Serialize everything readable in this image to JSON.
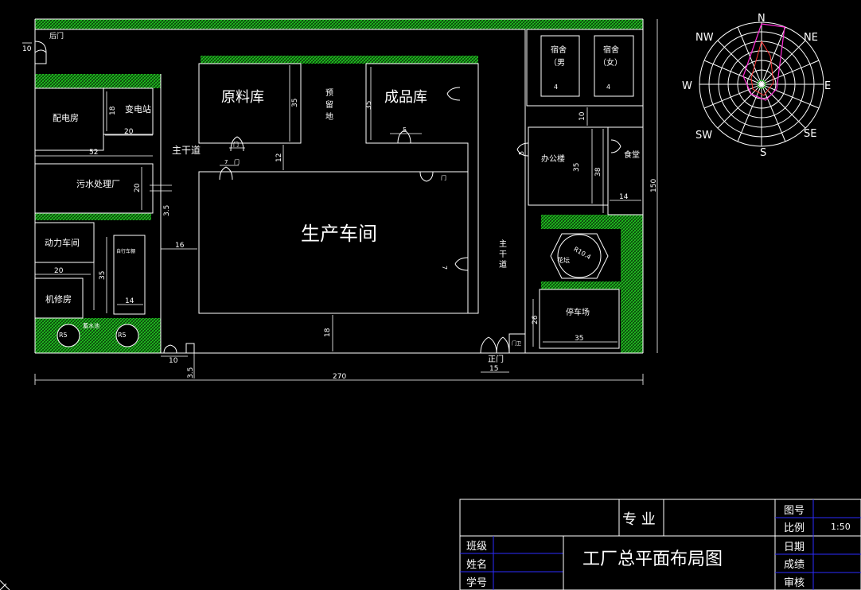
{
  "labels": {
    "back_gate": "后门",
    "distribution_room": "配电房",
    "substation": "变电站",
    "sewage_plant": "污水处理厂",
    "power_workshop": "动力车间",
    "repair_room": "机修房",
    "raw_warehouse": "原料库",
    "reserved_land": [
      "预",
      "留",
      "地"
    ],
    "finished_warehouse": "成品库",
    "main_road_1": "主干道",
    "main_road_2": [
      "主",
      "干",
      "道"
    ],
    "production_workshop": "生产车间",
    "dorm_male": [
      "宿舍",
      "（男"
    ],
    "dorm_female": [
      "宿舍",
      "（女）"
    ],
    "office_building": "办公楼",
    "canteen": "食堂",
    "flower_bed": "花坛",
    "parking_lot": "停车场",
    "main_gate": "正门",
    "gate": "门",
    "gate_guard": "门卫",
    "small_room": "自行车棚",
    "pool_label": "蓄水池",
    "flower_bed_radius": "R10.4",
    "bottom_area_1": "R5",
    "bottom_area_2": "R5"
  },
  "dimensions": {
    "d10_left": "10",
    "d18_sub": "18",
    "d20_sub": "20",
    "d52": "52",
    "d20_sewage": "20",
    "d3_5a": "3.5",
    "d20_power": "20",
    "d35_power": "35",
    "d14_small": "14",
    "d16": "16",
    "d35_raw": "35",
    "d35_fin": "35",
    "d5": "5",
    "d12": "12",
    "d7_top": "7",
    "d7_right": "7",
    "d18_bottom": "18",
    "d10_bottom": "10",
    "d3_5b": "3.5",
    "d270": "270",
    "d15": "15",
    "d4a": "4",
    "d4b": "4",
    "d10_right": "10",
    "d5_office": "5",
    "d35_office": "35",
    "d38": "38",
    "d14_canteen": "14",
    "d150": "150",
    "d26": "26",
    "d35_parking": "35"
  },
  "compass": {
    "N": "N",
    "NE": "NE",
    "E": "E",
    "SE": "SE",
    "S": "S",
    "SW": "SW",
    "W": "W",
    "NW": "NW"
  },
  "title_block": {
    "major": "专 业",
    "class": "班级",
    "name": "姓名",
    "student_id": "学号",
    "drawing_title": "工厂总平面布局图",
    "drawing_no": "图号",
    "scale_label": "比例",
    "scale_value": "1:50",
    "date": "日期",
    "score": "成绩",
    "review": "审核"
  },
  "colors": {
    "green": "#22cc22",
    "blue": "#2c2cff",
    "magenta": "#ff2bd6",
    "red": "#ff3333",
    "line": "#ffffff"
  }
}
